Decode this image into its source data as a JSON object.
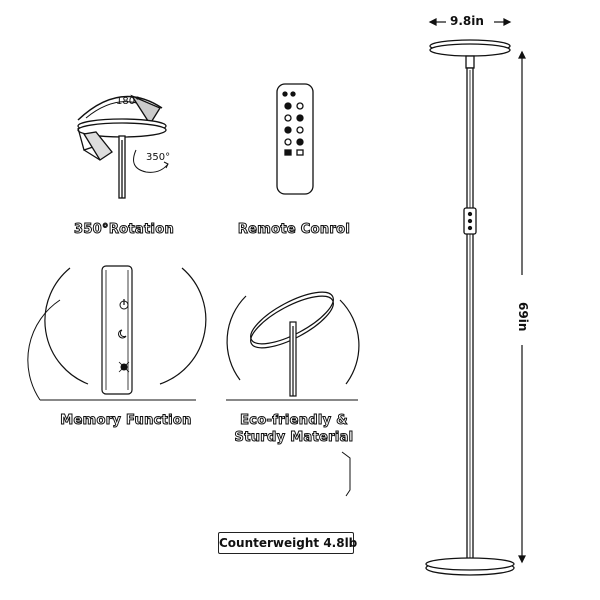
{
  "features": {
    "rotation": {
      "caption": "350°Rotation",
      "tilt_label": "180°",
      "spin_label": "350°"
    },
    "remote": {
      "caption": "Remote Conrol"
    },
    "memory": {
      "caption": "Memory Function"
    },
    "eco": {
      "caption_line1": "Eco-friendly &",
      "caption_line2": "Sturdy Material"
    }
  },
  "dimensions": {
    "width": "9.8in",
    "height": "69in"
  },
  "counterweight": {
    "label": "Counterweight 4.8lb"
  }
}
